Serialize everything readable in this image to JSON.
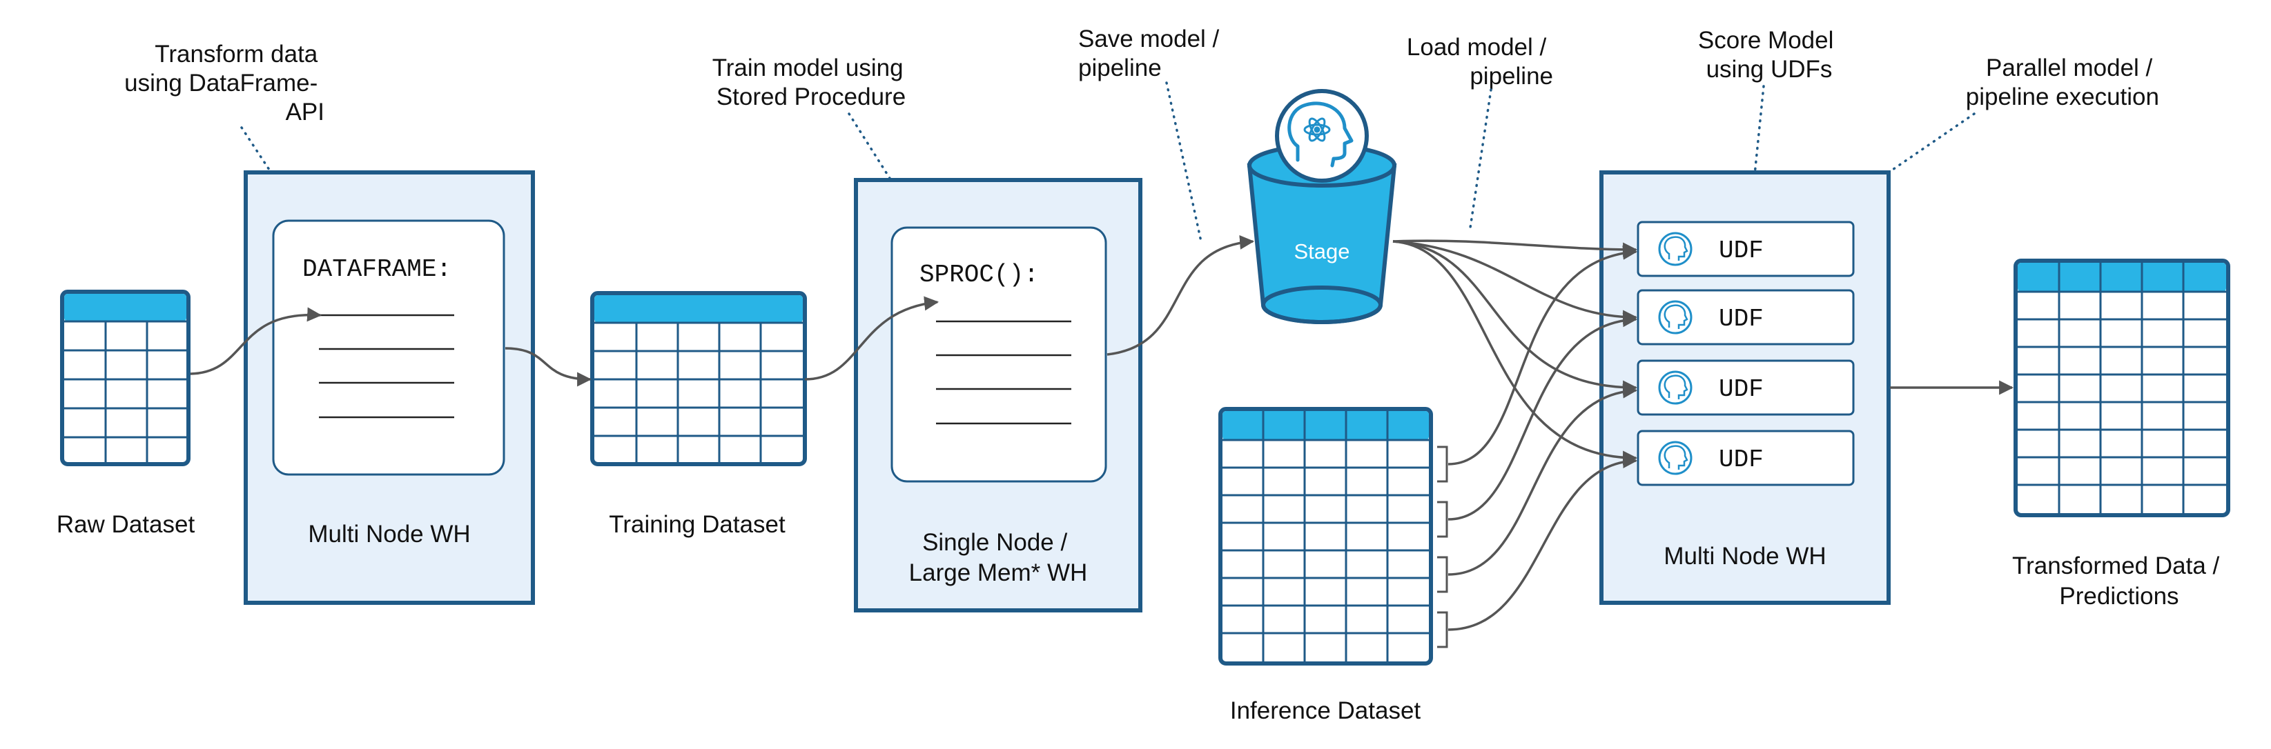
{
  "annotations": {
    "transform": [
      "Transform data",
      "using DataFrame-",
      "API"
    ],
    "train": [
      "Train model using",
      "Stored Procedure"
    ],
    "save": [
      "Save model /",
      "pipeline"
    ],
    "load": [
      "Load model /",
      "pipeline"
    ],
    "score": [
      "Score Model",
      "using UDFs"
    ],
    "parallel": [
      "Parallel model /",
      "pipeline execution"
    ]
  },
  "datasets": {
    "raw": "Raw Dataset",
    "training": "Training Dataset",
    "inference": "Inference Dataset",
    "transformed": [
      "Transformed Data /",
      "Predictions"
    ]
  },
  "warehouses": {
    "multi_node_1": "Multi Node WH",
    "single_node": [
      "Single Node /",
      "Large Mem* WH"
    ],
    "multi_node_2": "Multi Node WH"
  },
  "code": {
    "dataframe": "DATAFRAME:",
    "sproc": "SPROC():"
  },
  "stage": {
    "label": "Stage",
    "icon": "brain-atom-icon"
  },
  "udf": {
    "labels": [
      "UDF",
      "UDF",
      "UDF",
      "UDF"
    ],
    "icon": "brain-icon"
  },
  "colors": {
    "accent": "#29b4e6",
    "border": "#1f5a87",
    "panel_fill": "#e6f0fa",
    "connector": "#555555"
  }
}
